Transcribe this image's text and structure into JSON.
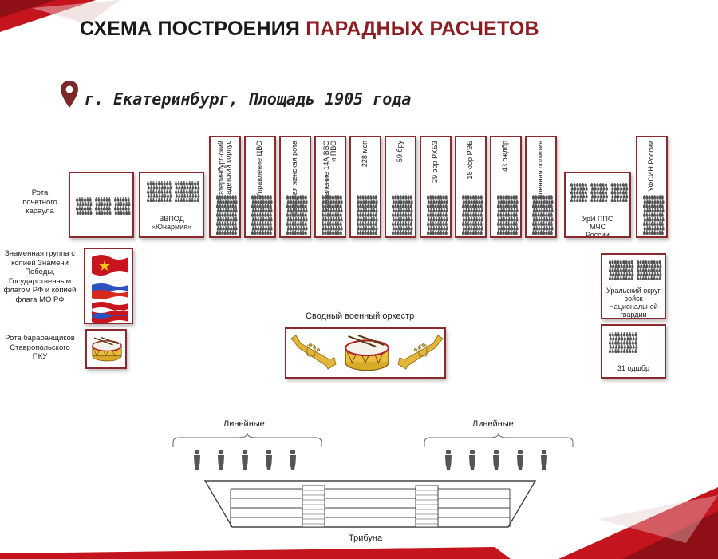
{
  "title": {
    "part1": "СХЕМА ПОСТРОЕНИЯ ",
    "part2": "ПАРАДНЫХ РАСЧЕТОВ"
  },
  "location": "г. Екатеринбург, Площадь 1905 года",
  "colors": {
    "accent": "#8b1e22",
    "box_border": "#8b2a2e",
    "soldier": "#555555"
  },
  "units": {
    "honor_guard": "Рота почетного караула",
    "vvpod": "ВВПОД «Юнармия»",
    "cadet": "Екатеринбург-ский кадетский корпус",
    "upr_cvo": "Управление ЦВО",
    "women": "Сводная женская рота",
    "upr_vvs": "Управление 14А ВВС и ПВО",
    "msp228": "228 мсп",
    "bru59": "59 бру",
    "rhbz": "29 обр РХБЗ",
    "reb": "18 обр РЭБ",
    "ojdbr": "43 ождбр",
    "police": "Военная полиция",
    "uri": "УрИ ППС МЧС России",
    "ufsin": "УФСИН России",
    "banner": "Знаменная группа с копией Знамени Победы, Государственным флагом РФ и копией флага МО РФ",
    "drummers": "Рота барабанщиков Ставропольского ПКУ",
    "orchestra": "Сводный военный оркестр",
    "ural": "Уральский округ войск Национальной гвардии",
    "odshbr": "31 одшбр"
  },
  "lineynye_left": "Линейные",
  "lineynye_right": "Линейные",
  "tribune": "Трибуна",
  "icons": [
    "location-pin-icon",
    "soldier-icon",
    "drum-icon",
    "trumpet-icon",
    "ussr-flag-icon",
    "russia-flag-icon",
    "mo-flag-icon"
  ]
}
